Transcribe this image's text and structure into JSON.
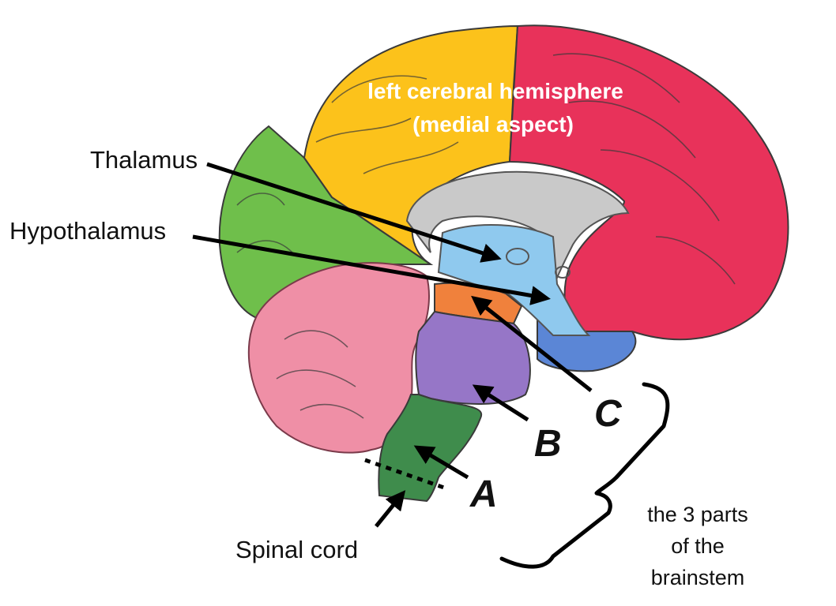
{
  "title": {
    "line1": "left cerebral hemisphere",
    "line2": "(medial aspect)"
  },
  "labels": {
    "thalamus": "Thalamus",
    "hypothalamus": "Hypothalamus",
    "spinal_cord": "Spinal cord",
    "part_a": "A",
    "part_b": "B",
    "part_c": "C"
  },
  "brace_caption": {
    "line1": "the 3 parts",
    "line2": "of the",
    "line3": "brainstem"
  },
  "colors": {
    "frontal_lobe": "#e8325a",
    "parietal_lobe": "#fcc21b",
    "occipital_lobe": "#6fbf4b",
    "cerebellum": "#ef8fa6",
    "corpus_callosum": "#c9c9c9",
    "diencephalon": "#8fc9ee",
    "midbrain": "#f0813c",
    "pons": "#9676c7",
    "medulla": "#3f8c4c",
    "temporal_medial": "#5b86d6",
    "arrows": "#000000"
  }
}
